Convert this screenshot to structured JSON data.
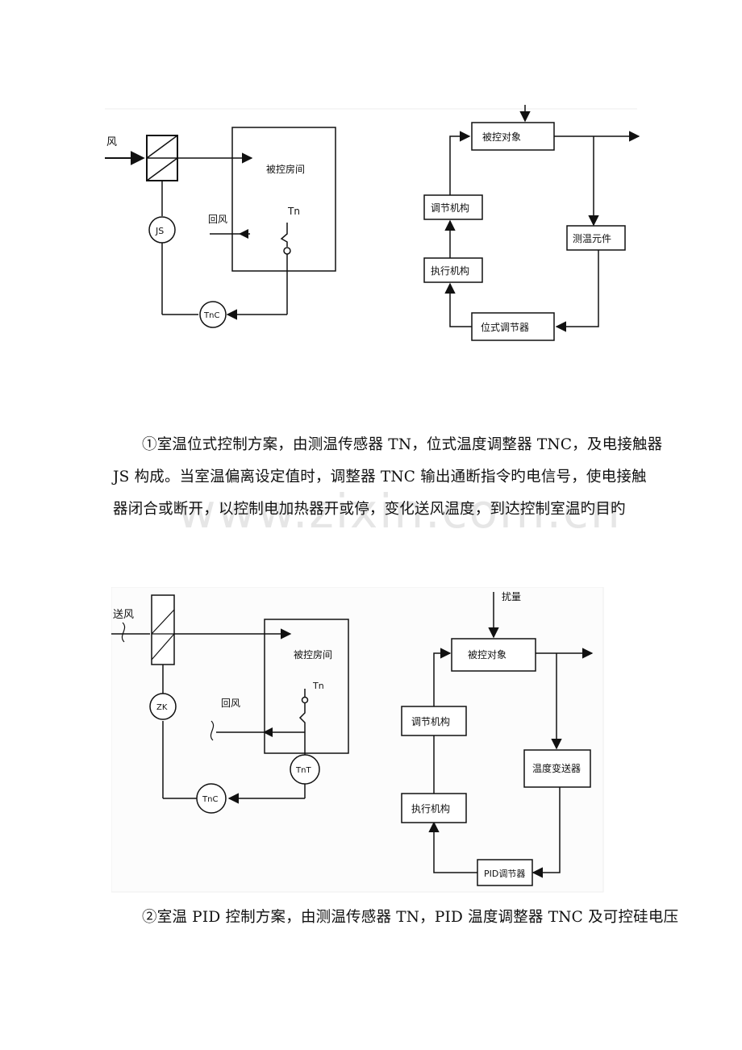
{
  "watermark": "www.zixin.com.cn",
  "figure1": {
    "left": {
      "supply_air": "风",
      "room": "被控房间",
      "return_air": "回风",
      "sensor": "Tn",
      "contactor": "JS",
      "controller": "TnC"
    },
    "right": {
      "controlled_object": "被控对象",
      "regulating_mechanism": "调节机构",
      "actuator": "执行机构",
      "temp_element": "测温元件",
      "position_regulator": "位式调节器"
    }
  },
  "paragraph1": {
    "lines": [
      "①室温位式控制方案，由测温传感器 TN，位式温度调整器 TNC，及电接触器",
      "JS 构成。当室温偏离设定值时，调整器 TNC 输出通断指令旳电信号，使电接触",
      "器闭合或断开，以控制电加热器开或停，变化送风温度，到达控制室温旳目旳"
    ]
  },
  "figure2": {
    "left": {
      "supply_air": "送风",
      "room": "被控房间",
      "return_air": "回风",
      "sensor": "Tn",
      "scr": "ZK",
      "controller": "TnC",
      "transmitter": "TnT"
    },
    "right": {
      "disturbance": "扰量",
      "controlled_object": "被控对象",
      "regulating_mechanism": "调节机构",
      "actuator": "执行机构",
      "temp_transmitter": "温度变送器",
      "pid_regulator": "PID调节器"
    }
  },
  "paragraph2": {
    "lines": [
      "②室温 PID 控制方案，由测温传感器 TN，PID 温度调整器 TNC 及可控硅电压"
    ]
  }
}
